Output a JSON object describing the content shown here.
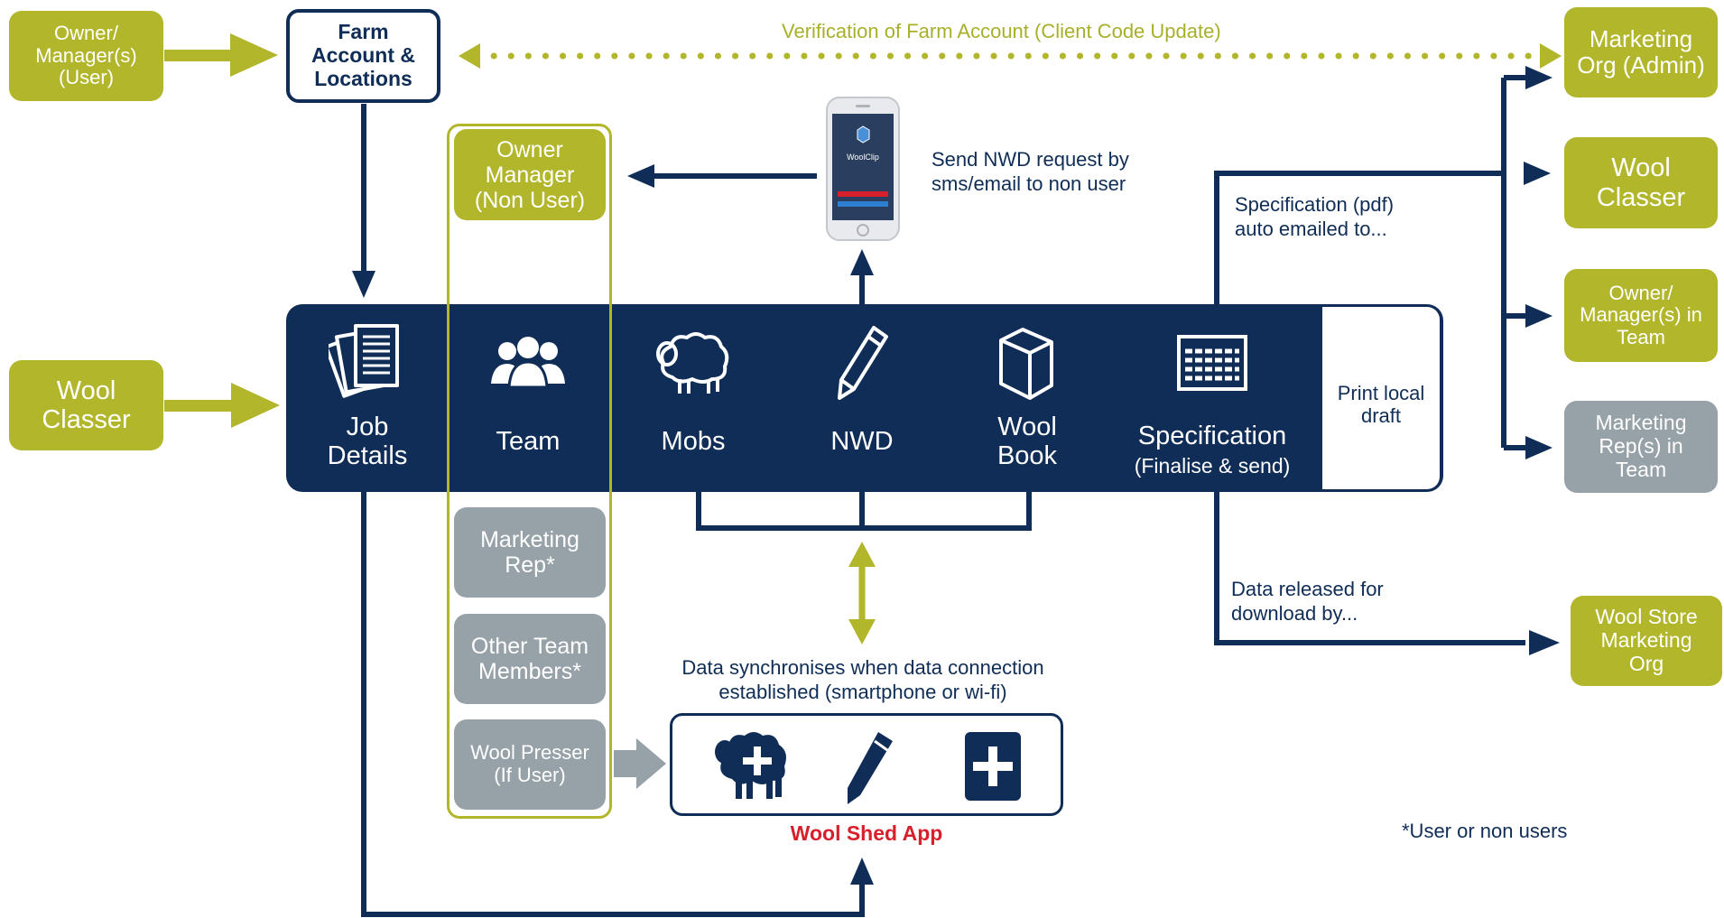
{
  "colors": {
    "navy": "#0f2d56",
    "green": "#b2b62a",
    "grey": "#97a1a8",
    "red": "#d7202c"
  },
  "owner_user": "Owner/ Manager(s) (User)",
  "farm_account": "Farm Account & Locations",
  "verification_label": "Verification of Farm Account (Client Code Update)",
  "wool_classer_left": "Wool Classer",
  "team_column": {
    "owner_non_user": "Owner Manager (Non User)",
    "marketing_rep": "Marketing Rep*",
    "other_team": "Other Team Members*",
    "wool_presser": "Wool Presser (If User)"
  },
  "phone": {
    "app_name": "WoolClip",
    "icon": "phone-app-screenshot"
  },
  "send_nwd_label": "Send NWD request by sms/email to non user",
  "main_bar": {
    "job_details": {
      "label": "Job Details",
      "icon": "documents-icon"
    },
    "team": {
      "label": "Team",
      "icon": "people-icon"
    },
    "mobs": {
      "label": "Mobs",
      "icon": "sheep-icon"
    },
    "nwd": {
      "label": "NWD",
      "icon": "pencil-icon"
    },
    "wool_book": {
      "label": "Wool Book",
      "icon": "cube-icon"
    },
    "specification": {
      "label": "Specification",
      "sublabel": "(Finalise & send)",
      "icon": "spreadsheet-icon"
    },
    "print_draft": "Print local draft"
  },
  "spec_email_label": "Specification (pdf) auto emailed to...",
  "data_released_label": "Data released for download by...",
  "right_targets": {
    "marketing_org_admin": "Marketing Org (Admin)",
    "wool_classer": "Wool Classer",
    "owner_team": "Owner/ Manager(s) in Team",
    "marketing_rep_team": "Marketing Rep(s) in Team",
    "wool_store": "Wool Store Marketing Org"
  },
  "sync_label": "Data synchronises when data connection established (smartphone or wi-fi)",
  "wool_shed_app": {
    "label": "Wool Shed App",
    "icons": [
      "sheep-plus-icon",
      "pencil-icon",
      "plus-icon"
    ]
  },
  "footnote": "*User or non users"
}
